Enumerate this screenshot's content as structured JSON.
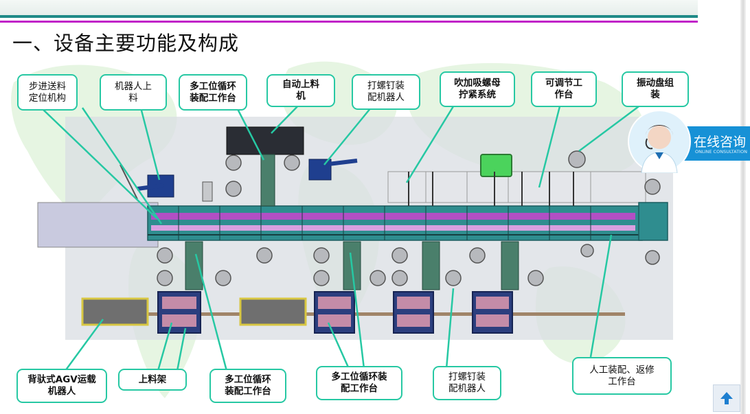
{
  "slide": {
    "title": "一、设备主要功能及构成"
  },
  "callouts": {
    "step_feed": "步进送料\n定位机构",
    "robot_loading": "机器人上\n料",
    "multi_station_top": "多工位循环\n装配工作台",
    "auto_loader": "自动上料\n机",
    "screw_robot_top": "打螺钉装\n配机器人",
    "blow_suction_nut": "吹加吸螺母\n拧紧系统",
    "adjustable_bench": "可调节工\n作台",
    "vibration_bowl": "振动盘组\n装",
    "agv_robot": "背驮式AGV运载\n机器人",
    "loading_rack": "上料架",
    "multi_station_bottom_left": "多工位循环\n装配工作台",
    "multi_station_bottom_mid": "多工位循环装\n配工作台",
    "screw_robot_bottom": "打螺钉装\n配机器人",
    "manual_repair": "人工装配、返修\n工作台"
  },
  "consult_widget": {
    "label": "在线咨询",
    "sublabel": "ONLINE CONSULTATION"
  },
  "colors": {
    "callout_border": "#26c8a3",
    "title_rule_teal": "#1f8a87",
    "title_rule_magenta": "#c01ec8",
    "consult_blue": "#1791d6"
  },
  "icons": {
    "scroll_top": "arrow-up-icon"
  }
}
